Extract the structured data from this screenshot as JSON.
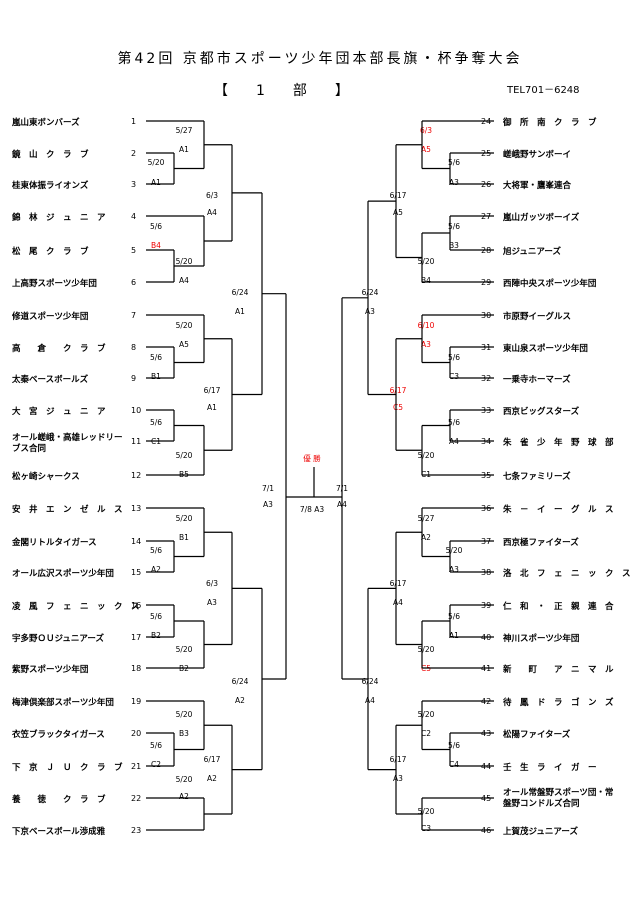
{
  "title": "第42回 京都市スポーツ少年団本部長旗・杯争奪大会",
  "division": "【　　1　　部　　】",
  "tel": "TEL701－6248",
  "final": {
    "label": "優 勝",
    "date_court": "7/8 A3"
  },
  "left_teams": [
    {
      "num": "1",
      "name": "嵐山東ボンバーズ"
    },
    {
      "num": "2",
      "name": "鏡　山　ク　ラ　ブ"
    },
    {
      "num": "3",
      "name": "桂東体振ライオンズ"
    },
    {
      "num": "4",
      "name": "錦　林　ジ　ュ　ニ　ア"
    },
    {
      "num": "5",
      "name": "松　尾　ク　ラ　ブ"
    },
    {
      "num": "6",
      "name": "上高野スポーツ少年団"
    },
    {
      "num": "7",
      "name": "修道スポーツ少年団"
    },
    {
      "num": "8",
      "name": "高　　倉　　ク　ラ　ブ"
    },
    {
      "num": "9",
      "name": "太秦ベースボールズ"
    },
    {
      "num": "10",
      "name": "大　宮　ジ　ュ　ニ　ア"
    },
    {
      "num": "11",
      "name": "オール嵯峨・高雄レッドリーブス合同"
    },
    {
      "num": "12",
      "name": "松ヶ崎シャークス"
    },
    {
      "num": "13",
      "name": "安　井　エ　ン　ゼ　ル　ス"
    },
    {
      "num": "14",
      "name": "金閣リトルタイガース"
    },
    {
      "num": "15",
      "name": "オール広沢スポーツ少年団"
    },
    {
      "num": "16",
      "name": "凌　風　フ　ェ　ニ　ッ　ク　ス"
    },
    {
      "num": "17",
      "name": "宇多野ＯＵジュニアーズ"
    },
    {
      "num": "18",
      "name": "紫野スポーツ少年団"
    },
    {
      "num": "19",
      "name": "梅津倶楽部スポーツ少年団"
    },
    {
      "num": "20",
      "name": "衣笠ブラックタイガース"
    },
    {
      "num": "21",
      "name": "下　京　Ｊ　Ｕ　ク　ラ　ブ"
    },
    {
      "num": "22",
      "name": "養　　徳　　ク　ラ　ブ"
    },
    {
      "num": "23",
      "name": "下京ベースボール渉成雅"
    }
  ],
  "right_teams": [
    {
      "num": "24",
      "name": "御　所　南　ク　ラ　ブ"
    },
    {
      "num": "25",
      "name": "嵯峨野サンボーイ"
    },
    {
      "num": "26",
      "name": "大将軍・鷹峯連合"
    },
    {
      "num": "27",
      "name": "嵐山ガッツボーイズ"
    },
    {
      "num": "28",
      "name": "旭ジュニアーズ"
    },
    {
      "num": "29",
      "name": "西陣中央スポーツ少年団"
    },
    {
      "num": "30",
      "name": "市原野イーグルス"
    },
    {
      "num": "31",
      "name": "東山泉スポーツ少年団"
    },
    {
      "num": "32",
      "name": "一乗寺ホーマーズ"
    },
    {
      "num": "33",
      "name": "西京ビッグスターズ"
    },
    {
      "num": "34",
      "name": "朱　雀　少　年　野　球　部"
    },
    {
      "num": "35",
      "name": "七条ファミリーズ"
    },
    {
      "num": "36",
      "name": "朱　－　イ　ー　グ　ル　ス"
    },
    {
      "num": "37",
      "name": "西京極ファイターズ"
    },
    {
      "num": "38",
      "name": "洛　北　フ　ェ　ニ　ッ　ク　ス"
    },
    {
      "num": "39",
      "name": "仁　和　・　正　親　連　合"
    },
    {
      "num": "40",
      "name": "神川スポーツ少年団"
    },
    {
      "num": "41",
      "name": "新　　町　　ア　ニ　マ　ル"
    },
    {
      "num": "42",
      "name": "待　鳳　ド　ラ　ゴ　ン　ズ"
    },
    {
      "num": "43",
      "name": "松陽ファイターズ"
    },
    {
      "num": "44",
      "name": "壬　生　ラ　イ　ガ　ー"
    },
    {
      "num": "45",
      "name": "オール常盤野スポーツ団・常盤野コンドルズ合同"
    },
    {
      "num": "46",
      "name": "上賀茂ジュニアーズ"
    }
  ],
  "labels": [
    {
      "t": "5/27"
    },
    {
      "t": "A1"
    },
    {
      "t": "5/20"
    },
    {
      "t": "A1"
    },
    {
      "t": "5/6"
    },
    {
      "t": "B4"
    },
    {
      "t": "5/20"
    },
    {
      "t": "A4"
    },
    {
      "t": "6/3"
    },
    {
      "t": "A4"
    },
    {
      "t": "5/20"
    },
    {
      "t": "A5"
    },
    {
      "t": "5/6"
    },
    {
      "t": "B1"
    },
    {
      "t": "5/6"
    },
    {
      "t": "C1"
    },
    {
      "t": "5/20"
    },
    {
      "t": "B5"
    },
    {
      "t": "6/17"
    },
    {
      "t": "A1"
    },
    {
      "t": "6/24"
    },
    {
      "t": "A1"
    },
    {
      "t": "7/1"
    },
    {
      "t": "A3"
    },
    {
      "t": "5/20"
    },
    {
      "t": "B1"
    },
    {
      "t": "5/6"
    },
    {
      "t": "A2"
    },
    {
      "t": "5/6"
    },
    {
      "t": "B2"
    },
    {
      "t": "5/20"
    },
    {
      "t": "B2"
    },
    {
      "t": "6/3"
    },
    {
      "t": "A3"
    },
    {
      "t": "5/20"
    },
    {
      "t": "B3"
    },
    {
      "t": "5/6"
    },
    {
      "t": "C2"
    },
    {
      "t": "5/20"
    },
    {
      "t": "A2"
    },
    {
      "t": "6/17"
    },
    {
      "t": "A2"
    },
    {
      "t": "6/24"
    },
    {
      "t": "A2"
    },
    {
      "t": "6/3"
    },
    {
      "t": "A5"
    },
    {
      "t": "5/6"
    },
    {
      "t": "A3"
    },
    {
      "t": "5/6"
    },
    {
      "t": "B3"
    },
    {
      "t": "5/20"
    },
    {
      "t": "B4"
    },
    {
      "t": "6/17"
    },
    {
      "t": "A5"
    },
    {
      "t": "6/10"
    },
    {
      "t": "A3"
    },
    {
      "t": "5/6"
    },
    {
      "t": "C3"
    },
    {
      "t": "5/6"
    },
    {
      "t": "A4"
    },
    {
      "t": "5/20"
    },
    {
      "t": "C1"
    },
    {
      "t": "6/17"
    },
    {
      "t": "C5"
    },
    {
      "t": "6/24"
    },
    {
      "t": "A3"
    },
    {
      "t": "7/1"
    },
    {
      "t": "A4"
    },
    {
      "t": "5/27"
    },
    {
      "t": "A2"
    },
    {
      "t": "5/20"
    },
    {
      "t": "A3"
    },
    {
      "t": "5/6"
    },
    {
      "t": "A1"
    },
    {
      "t": "5/20"
    },
    {
      "t": "C5"
    },
    {
      "t": "6/17"
    },
    {
      "t": "A4"
    },
    {
      "t": "5/20"
    },
    {
      "t": "C2"
    },
    {
      "t": "5/6"
    },
    {
      "t": "C4"
    },
    {
      "t": "5/20"
    },
    {
      "t": "C3"
    },
    {
      "t": "6/17"
    },
    {
      "t": "A3"
    },
    {
      "t": "6/24"
    },
    {
      "t": "A4"
    }
  ],
  "colors": {
    "text": "#000000",
    "highlight": "#e00000"
  }
}
